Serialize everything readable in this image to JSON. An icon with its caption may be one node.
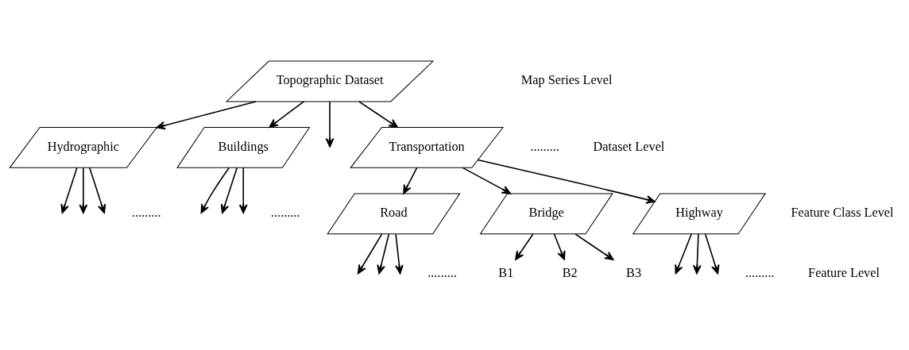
{
  "diagram": {
    "nodes": [
      {
        "text": [
          "Topographic Dataset"
        ]
      },
      {
        "text": [
          "Buildings"
        ]
      },
      {
        "text": [
          "Transportation"
        ]
      },
      {
        "text": [
          "Hydrographic"
        ]
      },
      {
        "text": [
          "Road"
        ]
      },
      {
        "text": [
          "Bridge"
        ]
      },
      {
        "text": [
          "Highway"
        ]
      },
      {
        "text": [
          "B1"
        ]
      },
      {
        "text": [
          "B2"
        ]
      },
      {
        "text": [
          "B3"
        ]
      }
    ],
    "edges": [
      {
        "from": 0,
        "to": null,
        "arrow": "to"
      },
      {
        "from": 0,
        "to": 1,
        "arrow": "to"
      },
      {
        "from": 0,
        "to": 2,
        "arrow": "to"
      },
      {
        "from": 0,
        "to": 3,
        "arrow": "to"
      },
      {
        "from": 1,
        "to": null,
        "arrow": "to"
      },
      {
        "from": 1,
        "to": null,
        "arrow": "to"
      },
      {
        "from": 1,
        "to": null,
        "arrow": "to"
      },
      {
        "from": 3,
        "to": null,
        "arrow": "to"
      },
      {
        "from": 3,
        "to": null,
        "arrow": "to"
      },
      {
        "from": 3,
        "to": null,
        "arrow": "to"
      },
      {
        "from": 2,
        "to": 4,
        "arrow": "to"
      },
      {
        "from": 2,
        "to": 5,
        "arrow": "to"
      },
      {
        "from": 2,
        "to": 6,
        "arrow": "to"
      },
      {
        "from": 4,
        "to": null,
        "arrow": "to"
      },
      {
        "from": 4,
        "to": null,
        "arrow": "to"
      },
      {
        "from": 4,
        "to": null,
        "arrow": "to"
      },
      {
        "from": 6,
        "to": null,
        "arrow": "to"
      },
      {
        "from": 6,
        "to": null,
        "arrow": "to"
      },
      {
        "from": 6,
        "to": null,
        "arrow": "to"
      },
      {
        "from": 5,
        "to": 7,
        "arrow": "to"
      },
      {
        "from": 5,
        "to": 8,
        "arrow": "to"
      },
      {
        "from": 5,
        "to": 9,
        "arrow": "to"
      }
    ],
    "labels": [
      "Map Series Level",
      ".........",
      "Dataset Level",
      ".........",
      ".........",
      "Feature Class Level",
      ".........",
      ".........",
      "Feature Level"
    ]
  }
}
